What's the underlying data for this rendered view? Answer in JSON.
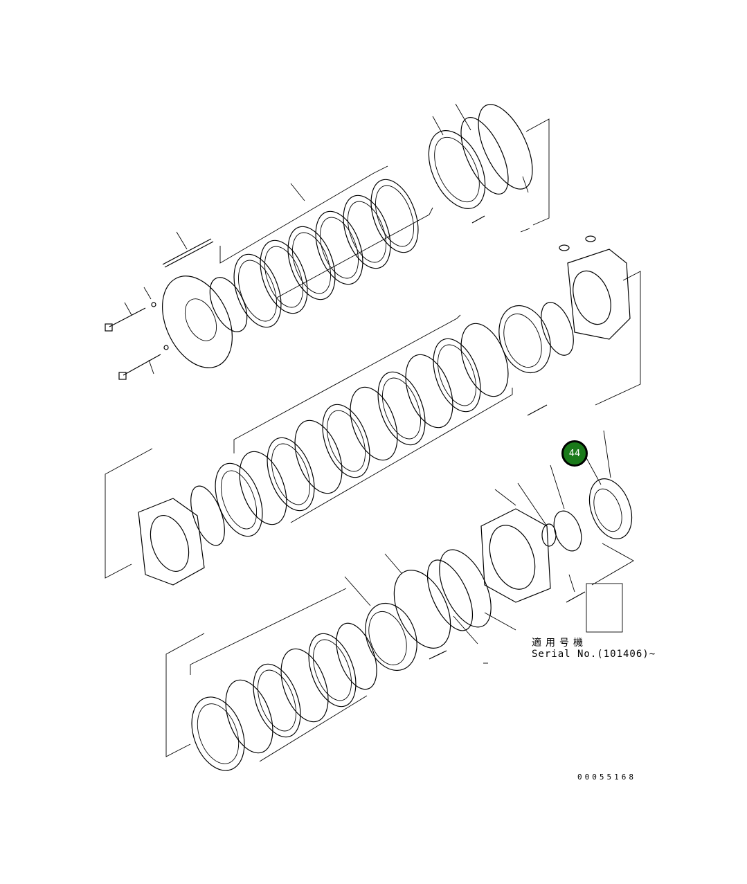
{
  "diagram": {
    "type": "exploded parts diagram (transmission clutch pack)",
    "callouts": [
      {
        "number": "44",
        "color": "#1a7a1a",
        "position": "right-middle, pointing to seal/ring housing"
      }
    ],
    "applicability_label_jp": "適用号機",
    "applicability_label_en": "Serial No.(101406)~",
    "drawing_number": "00055168"
  }
}
